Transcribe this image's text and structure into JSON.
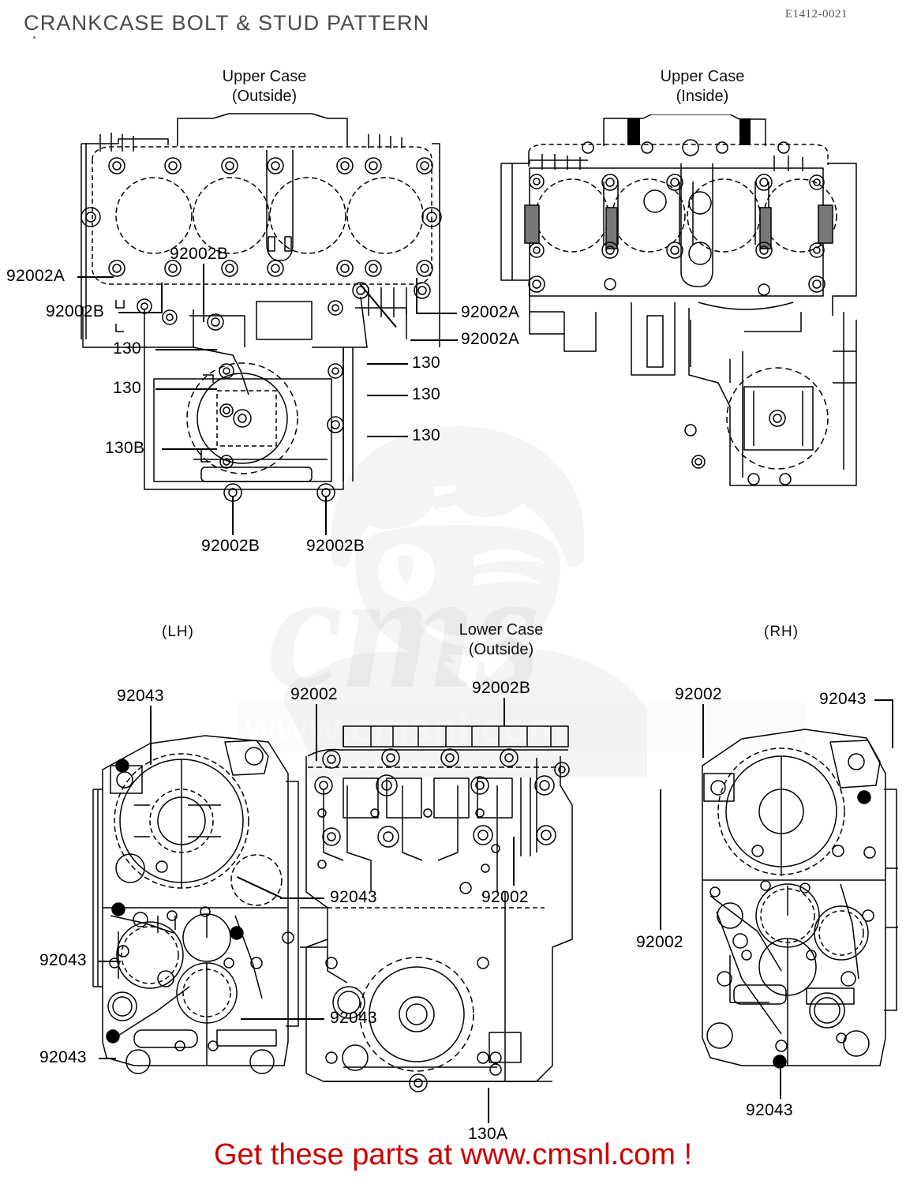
{
  "header": {
    "title": "CRANKCASE BOLT & STUD PATTERN",
    "ref_code": "E1412-0021"
  },
  "footer": {
    "text": "Get these parts at www.cmsnl.com !",
    "color": "#cc0000"
  },
  "watermark": {
    "brand": "CMS",
    "url": "www.cmsnl.com"
  },
  "diagrams": [
    {
      "id": "upper-case-outside",
      "caption_line1": "Upper Case",
      "caption_line2": "(Outside)"
    },
    {
      "id": "upper-case-inside",
      "caption_line1": "Upper Case",
      "caption_line2": "(Inside)"
    },
    {
      "id": "lower-case-lh",
      "caption_line1": "(LH)",
      "caption_line2": ""
    },
    {
      "id": "lower-case-outside",
      "caption_line1": "Lower Case",
      "caption_line2": "(Outside)"
    },
    {
      "id": "lower-case-rh",
      "caption_line1": "(RH)",
      "caption_line2": ""
    }
  ],
  "callouts": {
    "upper_outside": [
      {
        "key": "uo1",
        "label": "92002A"
      },
      {
        "key": "uo2",
        "label": "92002B"
      },
      {
        "key": "uo3",
        "label": "92002B"
      },
      {
        "key": "uo4",
        "label": "130"
      },
      {
        "key": "uo5",
        "label": "130"
      },
      {
        "key": "uo6",
        "label": "130B"
      },
      {
        "key": "uo7",
        "label": "92002B"
      },
      {
        "key": "uo8",
        "label": "92002B"
      },
      {
        "key": "uo9",
        "label": "92002A"
      },
      {
        "key": "uo10",
        "label": "92002A"
      },
      {
        "key": "uo11",
        "label": "130"
      },
      {
        "key": "uo12",
        "label": "130"
      },
      {
        "key": "uo13",
        "label": "130"
      }
    ],
    "lower_lh": [
      {
        "key": "ll1",
        "label": "92043"
      },
      {
        "key": "ll2",
        "label": "92043"
      },
      {
        "key": "ll3",
        "label": "92043"
      },
      {
        "key": "ll4",
        "label": "92043"
      },
      {
        "key": "ll5",
        "label": "92043"
      }
    ],
    "lower_outside": [
      {
        "key": "lo1",
        "label": "92002"
      },
      {
        "key": "lo2",
        "label": "92002B"
      },
      {
        "key": "lo3",
        "label": "92002"
      },
      {
        "key": "lo4",
        "label": "130A"
      }
    ],
    "lower_rh": [
      {
        "key": "lr1",
        "label": "92002"
      },
      {
        "key": "lr2",
        "label": "92043"
      },
      {
        "key": "lr3",
        "label": "92002"
      },
      {
        "key": "lr4",
        "label": "92043"
      }
    ]
  }
}
